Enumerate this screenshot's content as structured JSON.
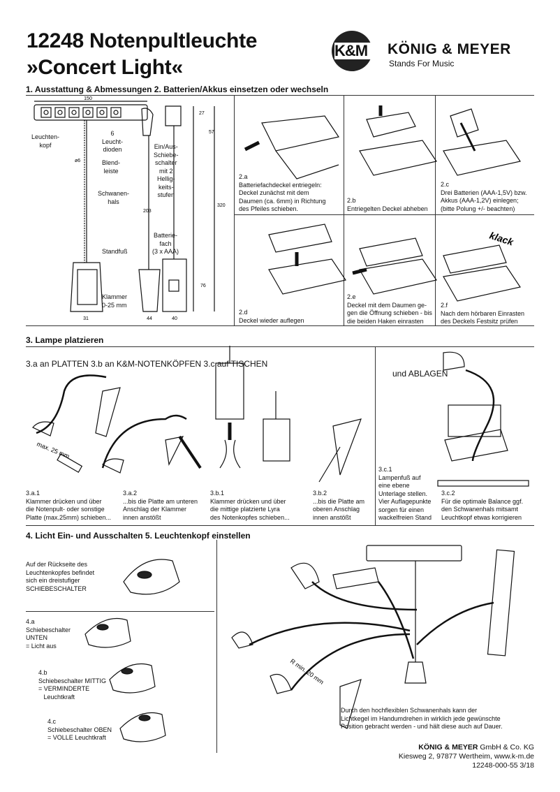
{
  "header": {
    "title_line1": "12248 Notenpultleuchte",
    "title_line2": "»Concert Light«",
    "logo_mark": "K&M",
    "brand": "KÖNIG & MEYER",
    "slogan": "Stands For Music"
  },
  "section1": {
    "heading": "1. Ausstattung & Abmessungen 2. Batterien/Akkus einsetzen oder wechseln",
    "labels": {
      "leuchtenkopf": "Leuchten-\nkopf",
      "leuchtdioden": "6\nLeucht-\ndioden",
      "blendleiste": "Blend-\nleiste",
      "schwanenhals": "Schwanen-\nhals",
      "standfuss": "Standfuß",
      "klammer": "Klammer\n0-25 mm",
      "schalter": "Ein/Aus-\nSchiebe-\nschalter\nmit 2\nHellig-\nkeits-\nstufen",
      "batteriefach": "Batterie-\nfach\n(3 x AAA)"
    },
    "dims": {
      "d150": "150",
      "d27": "27",
      "d57": "57",
      "d6": "ø6",
      "d203": "203",
      "d320": "320",
      "d76": "76",
      "d31": "31",
      "d44": "44",
      "d40": "40"
    }
  },
  "section2": {
    "a": "2.a\nBatteriefachdeckel entriegeln:\nDeckel zunächst mit dem\nDaumen (ca. 6mm) in Richtung\ndes Pfeiles schieben.",
    "b": "2.b\nEntriegelten Deckel abheben",
    "c": "2.c\nDrei Batterien (AAA-1,5V) bzw.\nAkkus (AAA-1,2V) einlegen;\n(bitte Polung +/- beachten)",
    "d": "2.d\nDeckel wieder auflegen",
    "e": "2.e\nDeckel mit dem Daumen ge-\ngen die Öffnung schieben - bis\ndie beiden Haken einrasten",
    "f": "2.f\nNach dem hörbaren Einrasten\ndes Deckels Festsitz prüfen",
    "klack": "klack"
  },
  "section3": {
    "heading": "3. Lampe platzieren",
    "subheading": "3.a an PLATTEN 3.b an K&M-NOTENKÖPFEN 3.c auf TISCHEN",
    "ablagen": "und ABLAGEN",
    "max": "max. 25 mm",
    "a1": "3.a.1\nKlammer drücken und über\ndie Notenpult- oder sonstige\nPlatte (max.25mm) schieben...",
    "a2": "3.a.2\n...bis die Platte am unteren\nAnschlag der Klammer\ninnen anstößt",
    "b1": "3.b.1\nKlammer drücken und über\ndie mittige platzierte Lyra\ndes Notenkopfes schieben...",
    "b2": "3.b.2\n...bis die Platte am\noberen Anschlag\ninnen anstößt",
    "c1": "3.c.1\nLampenfuß auf\neine ebene\nUnterlage stellen.\nVier Auflagepunkte\nsorgen für einen\nwackelfreien Stand",
    "c2": "3.c.2\nFür die optimale Balance ggf.\nden Schwanenhals mitsamt\nLeuchtkopf etwas korrigieren"
  },
  "section4": {
    "heading": "4. Licht Ein- und Ausschalten 5. Leuchtenkopf einstellen",
    "intro": "Auf der Rückseite des\nLeuchtenkopfes befindet\nsich ein dreistufiger\nSCHIEBESCHALTER",
    "a": "4.a\nSchiebeschalter\nUNTEN\n= Licht aus",
    "b": "4.b\nSchiebeschalter MITTIG\n= VERMINDERTE\n   Leuchtkraft",
    "c": "4.c\nSchiebeschalter OBEN\n= VOLLE Leuchtkraft",
    "rmin": "R min. 20 mm",
    "s5": "Durch den hochflexiblen Schwanenhals kann der\nLichtkegel im Handumdrehen in wirklich jede gewünschte\nPosition gebracht werden - und hält diese auch auf Dauer."
  },
  "footer": {
    "company_bold": "KÖNIG & MEYER",
    "company_rest": " GmbH & Co. KG",
    "address": "Kiesweg 2, 97877 Wertheim, www.k-m.de",
    "code": "12248-000-55  3/18"
  }
}
